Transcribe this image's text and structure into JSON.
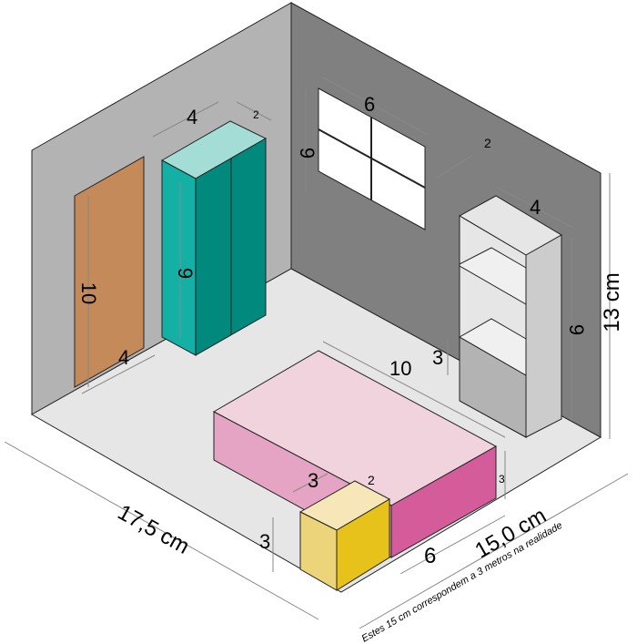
{
  "colors": {
    "left_wall": "#b3b3b3",
    "right_wall": "#808080",
    "floor": "#e6e6e6",
    "door": "#c48a5a",
    "wardrobe_top": "#a3ddd6",
    "wardrobe_front": "#14b0a6",
    "wardrobe_side": "#00897c",
    "bed_top": "#f1d3de",
    "bed_front": "#e6a4c4",
    "bed_side": "#d45c9a",
    "night_top": "#f6e6b8",
    "night_front": "#ecd47a",
    "night_side": "#e6c21a",
    "shelf_front": "#e6e6e6",
    "shelf_side": "#cccccc",
    "shelf_cabinet": "#b3b3b3"
  },
  "dimensions": {
    "door_height": "10",
    "door_width": "4",
    "wardrobe_width": "4",
    "wardrobe_depth": "2",
    "wardrobe_height": "9",
    "window_width": "6",
    "window_height": "9",
    "shelf_depth": "2",
    "shelf_width": "4",
    "shelf_height": "9",
    "bed_length": "10",
    "bed_height_left": "3",
    "bed_height_right": "3",
    "bed_width": "6",
    "night_width": "3",
    "night_depth": "2",
    "night_height": "3",
    "room_height": "13 cm",
    "room_length": "17,5 cm",
    "room_width": "15,0 cm"
  },
  "scale_note": "Estes 15 cm correspondem a 3  metros na realidade"
}
